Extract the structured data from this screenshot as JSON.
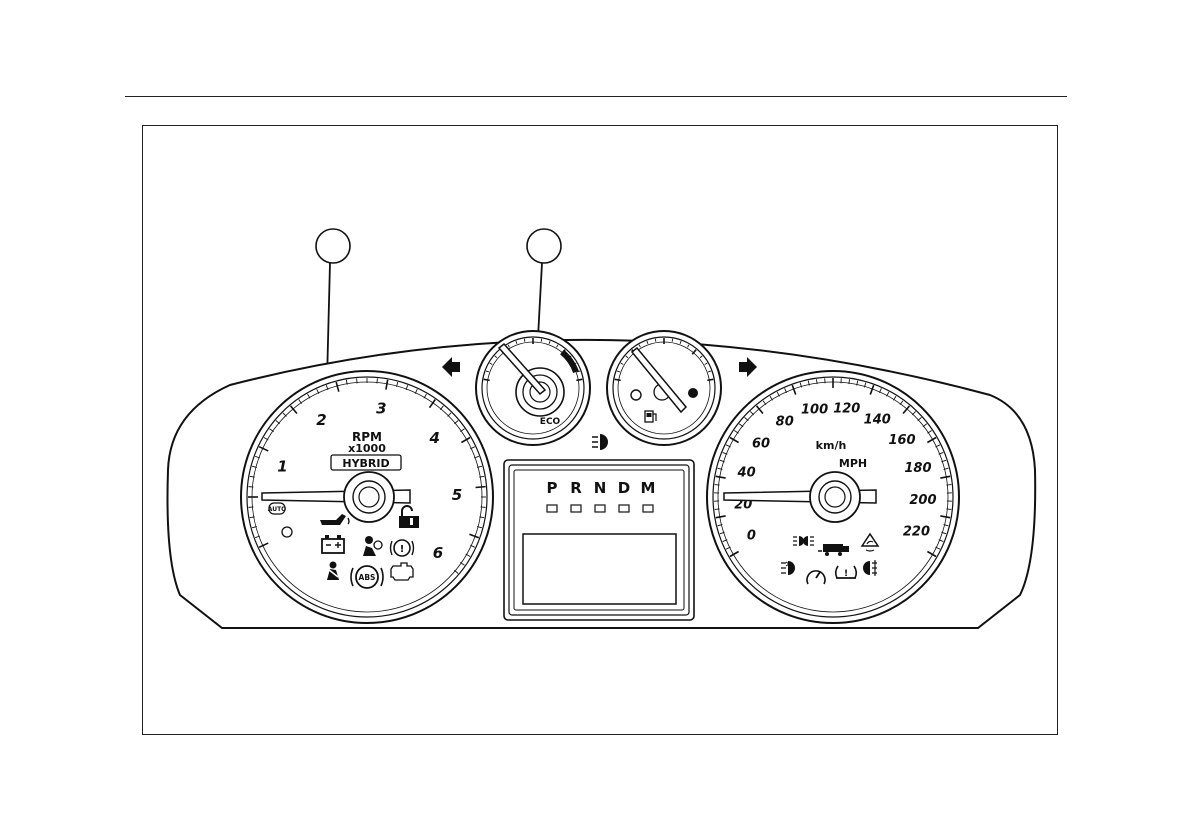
{
  "tachometer": {
    "numbers": [
      "1",
      "2",
      "3",
      "4",
      "5",
      "6"
    ],
    "unit_line1": "RPM",
    "unit_line2": "x1000",
    "brand": "HYBRID"
  },
  "speedometer": {
    "numbers": [
      "0",
      "20",
      "40",
      "60",
      "80",
      "100",
      "120",
      "140",
      "160",
      "180",
      "200",
      "220"
    ],
    "unit_metric": "km/h",
    "unit_imperial": "MPH"
  },
  "eco_gauge": {
    "label": "ECO"
  },
  "transmission": {
    "gears": [
      "P",
      "R",
      "N",
      "D",
      "M"
    ]
  },
  "tell_tales": {
    "abs_label": "ABS",
    "auto_label": "AUTO"
  }
}
